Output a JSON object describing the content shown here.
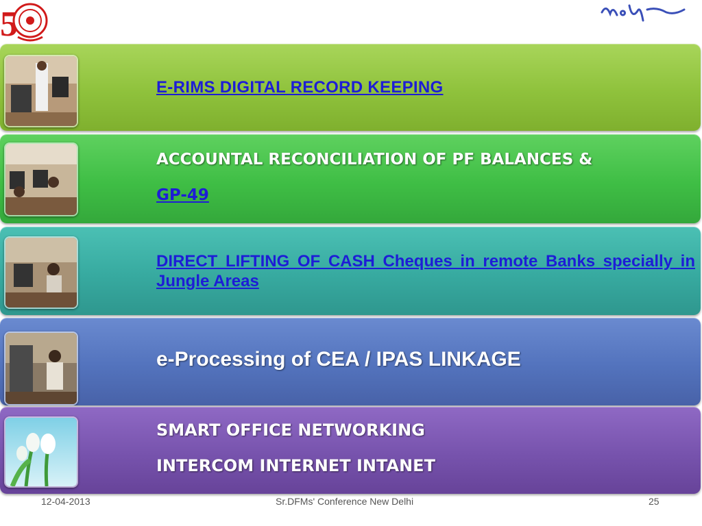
{
  "bands": [
    {
      "lines": [
        "E-RIMS  DIGITAL RECORD KEEPING"
      ]
    },
    {
      "lines": [
        "ACCOUNTAL RECONCILIATION OF PF BALANCES &",
        "GP-49"
      ]
    },
    {
      "lines": [
        "DIRECT  LIFTING  OF  CASH  Cheques  in  remote  Banks specially in Jungle Areas"
      ]
    },
    {
      "lines": [
        "e-Processing of CEA / IPAS LINKAGE"
      ]
    },
    {
      "lines": [
        "SMART OFFICE NETWORKING",
        "INTERCOM INTERNET INTANET"
      ]
    }
  ],
  "footer": {
    "date": "12-04-2013",
    "title": "Sr.DFMs' Conference New Delhi",
    "page": "25"
  },
  "colors": {
    "band1": "#8fc23c",
    "band2": "#3fbe45",
    "band3": "#37aaa0",
    "band4": "#5373bd",
    "band5": "#7753ad",
    "link": "#1d1dd6"
  }
}
